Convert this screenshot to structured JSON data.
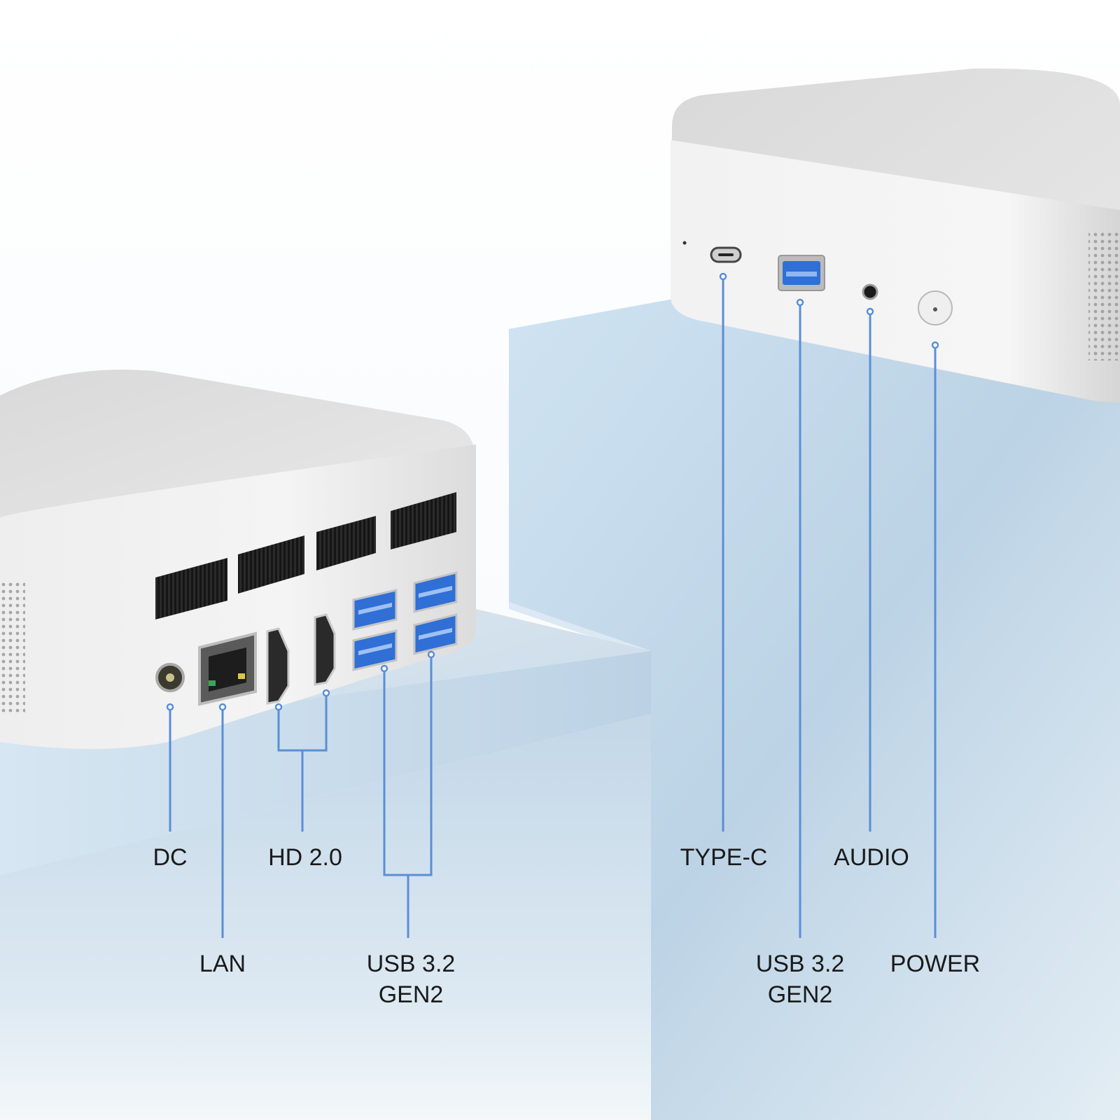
{
  "labels": {
    "dc": "DC",
    "lan": "LAN",
    "hd": "HD 2.0",
    "usb_rear_line1": "USB 3.2",
    "usb_rear_line2": "GEN2",
    "type_c": "TYPE-C",
    "audio": "AUDIO",
    "usb_front_line1": "USB 3.2",
    "usb_front_line2": "GEN2",
    "power": "POWER"
  },
  "colors": {
    "callout": "#5b8ed6",
    "usb_blue": "#2f6fd6",
    "device_body": "#e4e4e4",
    "pedestal": "#cfe2ef"
  }
}
